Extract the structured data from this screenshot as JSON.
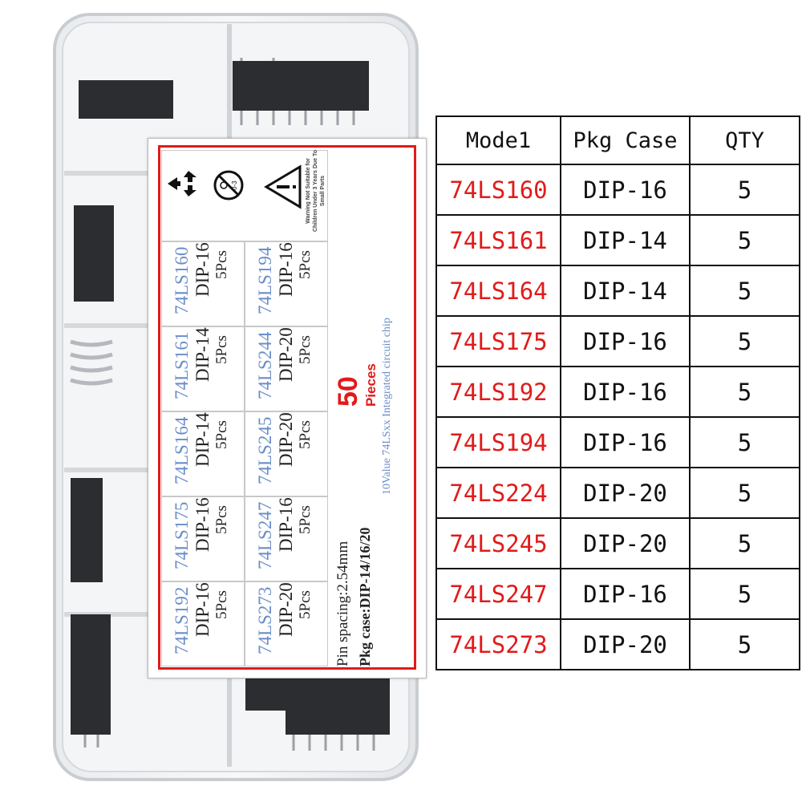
{
  "table": {
    "headers": [
      "Mode1",
      "Pkg Case",
      "QTY"
    ],
    "rows": [
      {
        "model": "74LS160",
        "pkg": "DIP-16",
        "qty": "5"
      },
      {
        "model": "74LS161",
        "pkg": "DIP-14",
        "qty": "5"
      },
      {
        "model": "74LS164",
        "pkg": "DIP-14",
        "qty": "5"
      },
      {
        "model": "74LS175",
        "pkg": "DIP-16",
        "qty": "5"
      },
      {
        "model": "74LS192",
        "pkg": "DIP-16",
        "qty": "5"
      },
      {
        "model": "74LS194",
        "pkg": "DIP-16",
        "qty": "5"
      },
      {
        "model": "74LS224",
        "pkg": "DIP-20",
        "qty": "5"
      },
      {
        "model": "74LS245",
        "pkg": "DIP-20",
        "qty": "5"
      },
      {
        "model": "74LS247",
        "pkg": "DIP-16",
        "qty": "5"
      },
      {
        "model": "74LS273",
        "pkg": "DIP-20",
        "qty": "5"
      }
    ]
  },
  "label": {
    "cells_top": [
      {
        "model": "74LS192",
        "pkg": "DIP-16",
        "qty": "5Pcs"
      },
      {
        "model": "74LS175",
        "pkg": "DIP-16",
        "qty": "5Pcs"
      },
      {
        "model": "74LS164",
        "pkg": "DIP-14",
        "qty": "5Pcs"
      },
      {
        "model": "74LS161",
        "pkg": "DIP-14",
        "qty": "5Pcs"
      },
      {
        "model": "74LS160",
        "pkg": "DIP-16",
        "qty": "5Pcs"
      }
    ],
    "cells_bottom": [
      {
        "model": "74LS273",
        "pkg": "DIP-20",
        "qty": "5Pcs"
      },
      {
        "model": "74LS247",
        "pkg": "DIP-16",
        "qty": "5Pcs"
      },
      {
        "model": "74LS245",
        "pkg": "DIP-20",
        "qty": "5Pcs"
      },
      {
        "model": "74LS244",
        "pkg": "DIP-20",
        "qty": "5Pcs"
      },
      {
        "model": "74LS194",
        "pkg": "DIP-16",
        "qty": "5Pcs"
      }
    ],
    "count_number": "50",
    "count_word": "Pieces",
    "description": "10Value 74LSxx Integrated circuit chip",
    "pin_spacing": "Pin spacing:2.54mm",
    "pkg_case": "Pkg case:DIP-14/16/20",
    "warning_text": "Warning Not Suitable for Children Under 3 Years Due To Small Parts",
    "nochild_age": "0-3",
    "accent_color": "#e21a1a",
    "model_color": "#6a8dc8"
  },
  "icons": [
    "recycle-icon",
    "no-children-icon",
    "warning-icon",
    "latch-clip"
  ]
}
